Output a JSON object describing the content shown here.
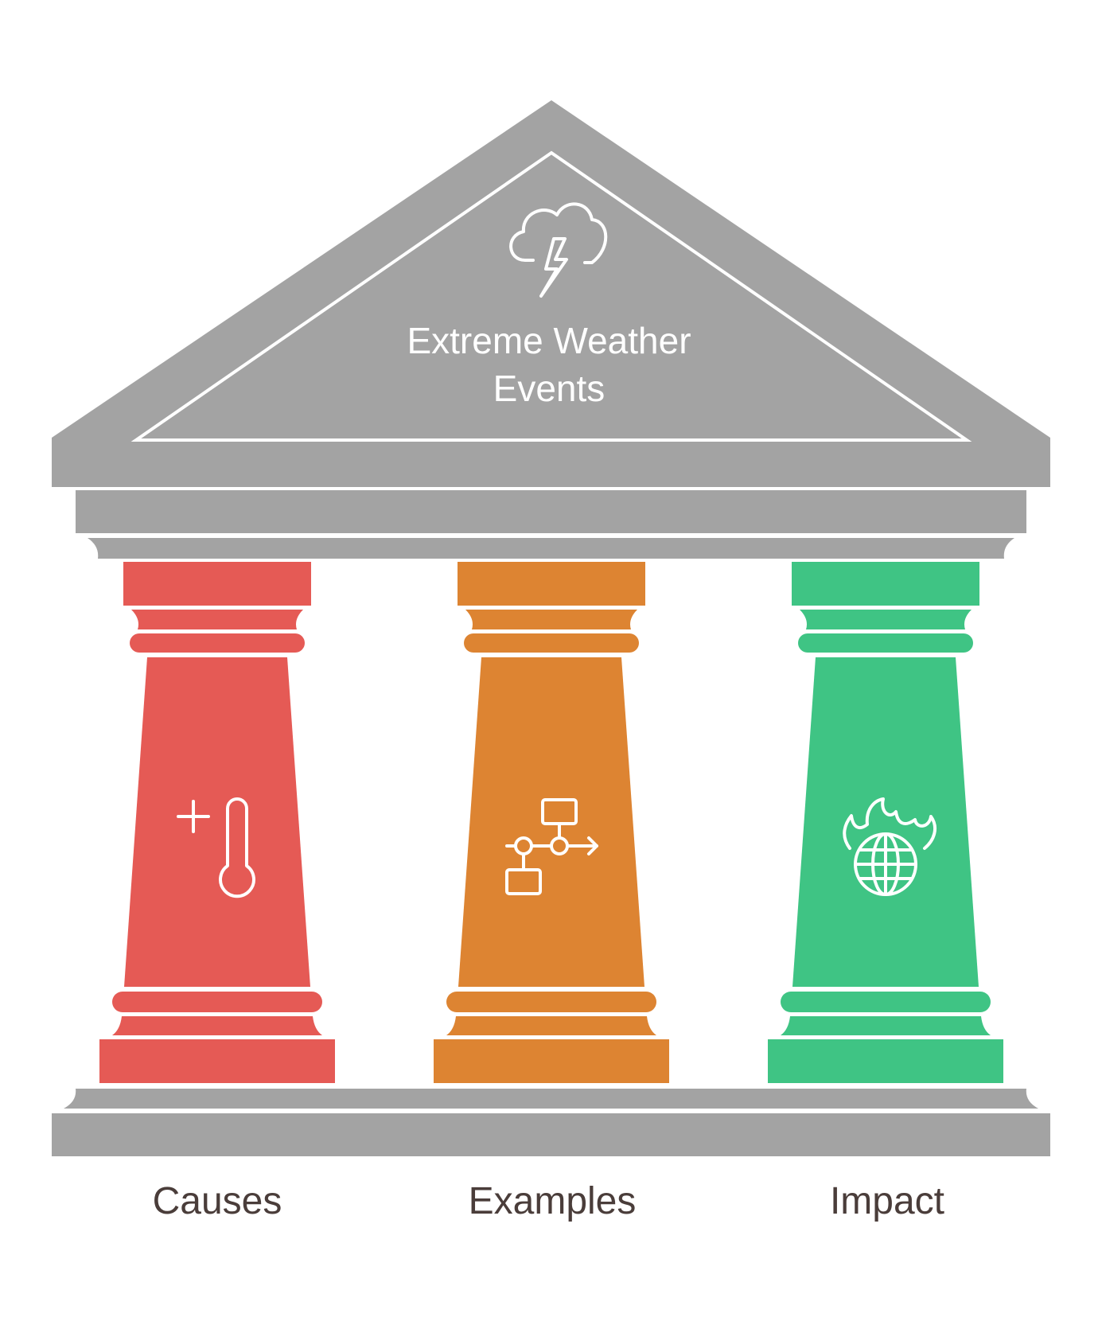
{
  "title_lines": [
    "Extreme Weather",
    "Events"
  ],
  "pillars": [
    {
      "label": "Causes",
      "color": "#e55a55",
      "icon": "thermometer-plus-icon"
    },
    {
      "label": "Examples",
      "color": "#dd8432",
      "icon": "workflow-icon"
    },
    {
      "label": "Impact",
      "color": "#3fc484",
      "icon": "burning-globe-icon"
    }
  ],
  "roof_icon": "storm-cloud-icon",
  "structure_color": "#a3a3a3"
}
